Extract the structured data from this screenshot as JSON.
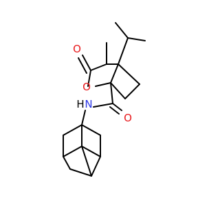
{
  "molecule": {
    "atoms": [
      {
        "label": "O",
        "color": "#e8191c"
      },
      {
        "label": "O",
        "color": "#e8191c"
      },
      {
        "label": "O",
        "color": "#e8191c"
      },
      {
        "label": "H",
        "color": "#000000"
      },
      {
        "label": "N",
        "color": "#2a35e6"
      }
    ]
  }
}
